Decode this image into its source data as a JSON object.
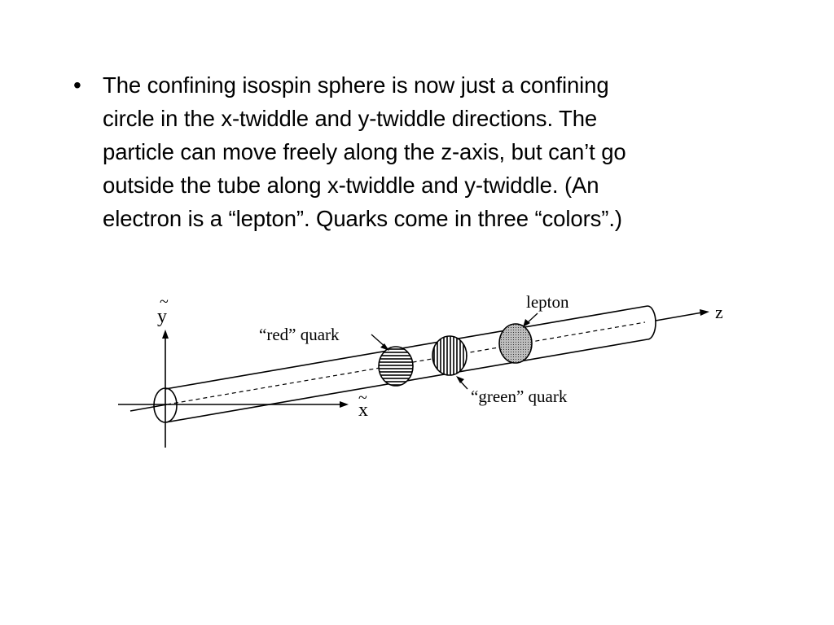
{
  "slide": {
    "bullet_symbol": "•",
    "bullet_lines": [
      "The confining isospin sphere is now just a confining",
      "circle in the x-twiddle and y-twiddle directions.  The",
      "particle can move freely along the z-axis, but can’t go",
      "outside the tube along x-twiddle and y-twiddle.  (An",
      "electron is a “lepton”.  Quarks come in three “colors”.)"
    ]
  },
  "diagram": {
    "axis_labels": {
      "y": "y",
      "x": "x",
      "z": "z",
      "tilde": "~"
    },
    "particle_labels": {
      "red_quark": "“red” quark",
      "lepton": "lepton",
      "green_quark": "“green” quark"
    }
  }
}
